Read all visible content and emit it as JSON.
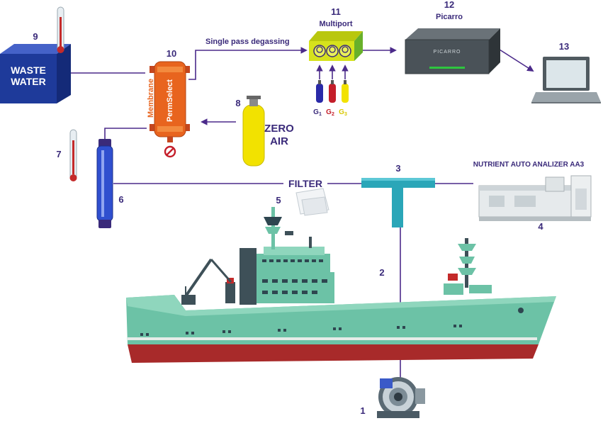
{
  "numbers": {
    "n1": "1",
    "n2": "2",
    "n3": "3",
    "n4": "4",
    "n5": "5",
    "n6": "6",
    "n7": "7",
    "n8": "8",
    "n9": "9",
    "n10": "10",
    "n11": "11",
    "n12": "12",
    "n13": "13"
  },
  "labels": {
    "waste_line1": "WASTE",
    "waste_line2": "WATER",
    "single_pass": "Single pass degassing",
    "multiport": "Multiport",
    "picarro": "Picarro",
    "picarro_brand": "PICARRO",
    "zero_line1": "ZERO",
    "zero_line2": "AIR",
    "membrane": "Membrane",
    "permselect": "PermSelect",
    "filter": "FILTER",
    "nutrient": "NUTRIENT AUTO ANALIZER AA3",
    "g1": "G",
    "g2": "G",
    "g3": "G",
    "g1_sub": "1",
    "g2_sub": "2",
    "g3_sub": "3"
  },
  "colors": {
    "line": "#4b2a8a",
    "waste_box": "#1e3a9a",
    "membrane": "#e8641e",
    "multiport": "#d6e21c",
    "zero_air": "#f2e200",
    "tube": "#2f4fcf",
    "tee": "#2aa6b8",
    "hull_green": "#6cc2a6",
    "hull_red": "#a82a2a",
    "bottle_blue": "#2a2aa8",
    "bottle_red": "#c41e2a",
    "bottle_yellow": "#f2e200"
  }
}
